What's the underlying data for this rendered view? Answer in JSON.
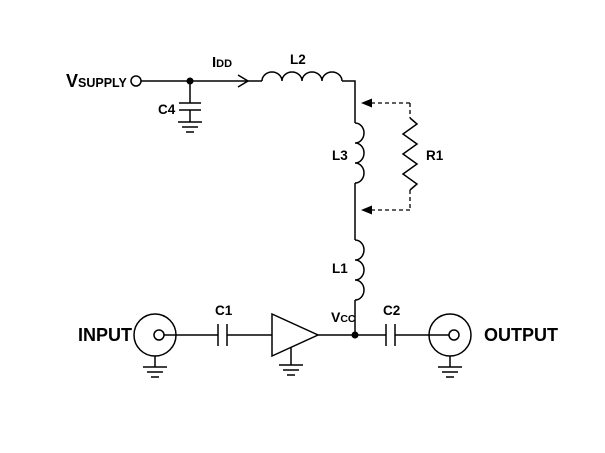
{
  "diagram": {
    "title": "RF amplifier bias network schematic",
    "colors": {
      "line": "#000000",
      "background": "#ffffff"
    },
    "labels": {
      "vsupply_main": "V",
      "vsupply_sub": "SUPPLY",
      "idd_main": "I",
      "idd_sub": "DD",
      "vcc_main": "V",
      "vcc_sub": "CC",
      "l1": "L1",
      "l2": "L2",
      "l3": "L3",
      "c1": "C1",
      "c2": "C2",
      "c4": "C4",
      "r1": "R1",
      "input": "INPUT",
      "output": "OUTPUT"
    }
  }
}
